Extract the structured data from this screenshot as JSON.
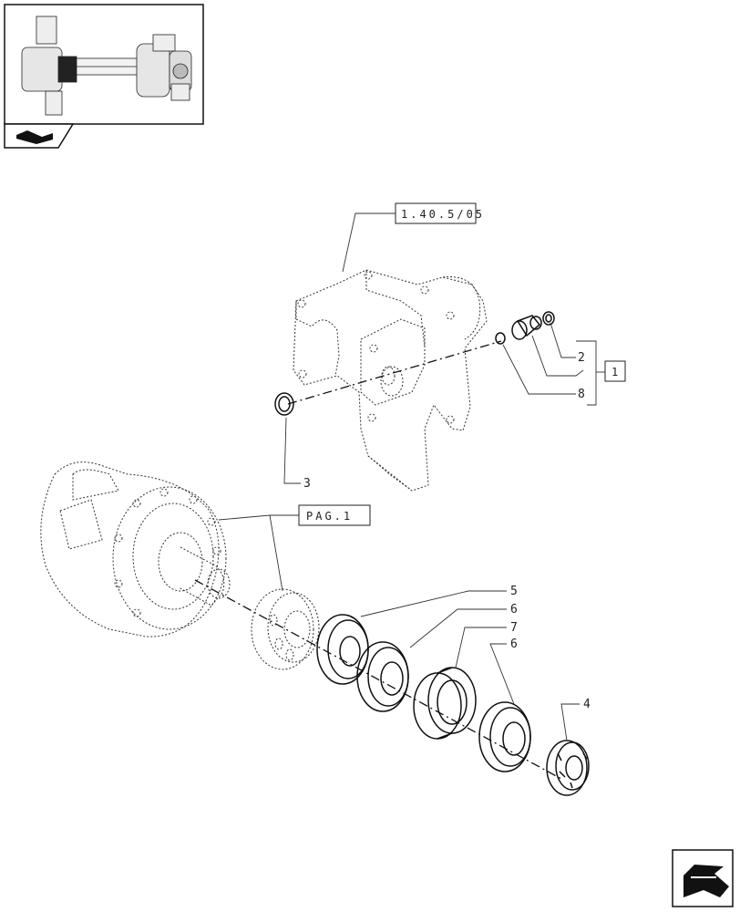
{
  "references": {
    "top_ref": "1.40.5/05",
    "page_ref": "PAG.1",
    "kit_ref": "1"
  },
  "callouts": {
    "c2": "2",
    "c8": "8",
    "c3": "3",
    "c5": "5",
    "c6a": "6",
    "c7": "7",
    "c6b": "6",
    "c4": "4"
  },
  "icons": {
    "thumbnail": "axle-assembly-thumbnail",
    "book": "catalogue-book-icon",
    "next": "next-page-arrow-icon"
  }
}
